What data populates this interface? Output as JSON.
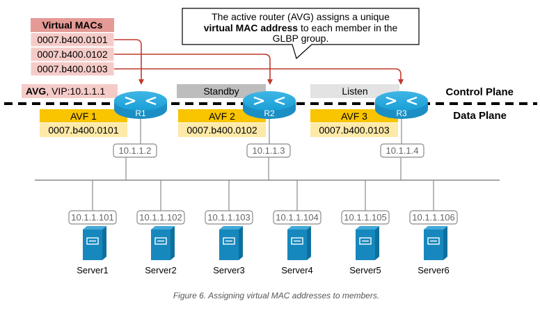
{
  "callout": {
    "line1": "The active router (AVG) assigns a unique",
    "line2_bold": "virtual MAC address",
    "line2_rest": " to each member in the",
    "line3": "GLBP group."
  },
  "vmac_table": {
    "header": "Virtual MACs",
    "entries": [
      "0007.b400.0101",
      "0007.b400.0102",
      "0007.b400.0103"
    ]
  },
  "avg_label": {
    "bold": "AVG",
    "rest": ", VIP:10.1.1.1"
  },
  "planes": {
    "control": "Control Plane",
    "data": "Data Plane"
  },
  "routers": [
    {
      "name": "R1",
      "role": "",
      "avf": "AVF 1",
      "mac": "0007.b400.0101",
      "ip": "10.1.1.2"
    },
    {
      "name": "R2",
      "role": "Standby",
      "avf": "AVF 2",
      "mac": "0007.b400.0102",
      "ip": "10.1.1.3"
    },
    {
      "name": "R3",
      "role": "Listen",
      "avf": "AVF 3",
      "mac": "0007.b400.0103",
      "ip": "10.1.1.4"
    }
  ],
  "servers": [
    {
      "name": "Server1",
      "ip": "10.1.1.101"
    },
    {
      "name": "Server2",
      "ip": "10.1.1.102"
    },
    {
      "name": "Server3",
      "ip": "10.1.1.103"
    },
    {
      "name": "Server4",
      "ip": "10.1.1.104"
    },
    {
      "name": "Server5",
      "ip": "10.1.1.105"
    },
    {
      "name": "Server6",
      "ip": "10.1.1.106"
    }
  ],
  "caption": "Figure 6. Assigning virtual MAC addresses to members.",
  "colors": {
    "vmac_header": "#e59a96",
    "vmac_row": "#f5cbc8",
    "avg_bg": "#f5cbc8",
    "arrow": "#c0392b",
    "standby_bg": "#bdbdbd",
    "listen_bg": "#e3e3e3",
    "avf_header": "#f9c400",
    "avf_row": "#fde9a8",
    "router": "#1aa1d8",
    "server": "#1788bd",
    "ip_border": "#8a8a8a"
  }
}
